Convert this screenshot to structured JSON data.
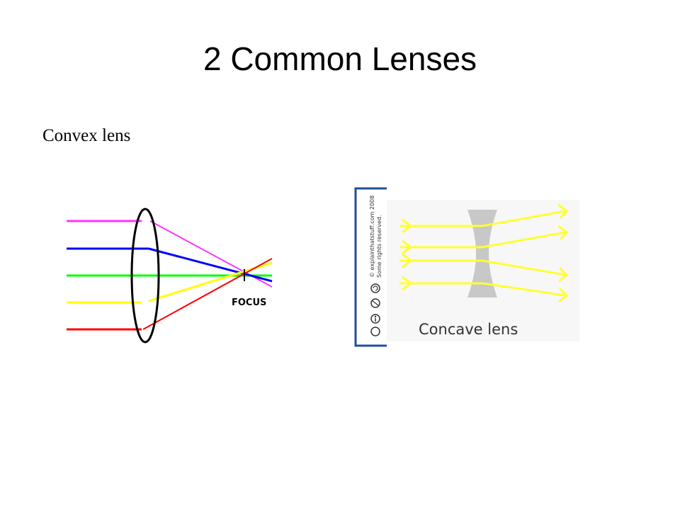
{
  "slide": {
    "title": "2 Common Lenses",
    "subtitle": "Convex lens"
  },
  "convex_diagram": {
    "focus_label": "FOCUS",
    "ray_colors": [
      "#ff33ff",
      "#0000ff",
      "#00ff00",
      "#ffff00",
      "#ff0000"
    ]
  },
  "concave_diagram": {
    "label": "Concave lens",
    "credit_line1": "© explainthatstuff.com 2008",
    "credit_line2": "Some rights reserved.",
    "ray_color": "#ffff33",
    "lens_color": "#c8c8c8",
    "icons": [
      "cc-icon",
      "by-icon",
      "nc-icon",
      "sa-icon"
    ]
  }
}
